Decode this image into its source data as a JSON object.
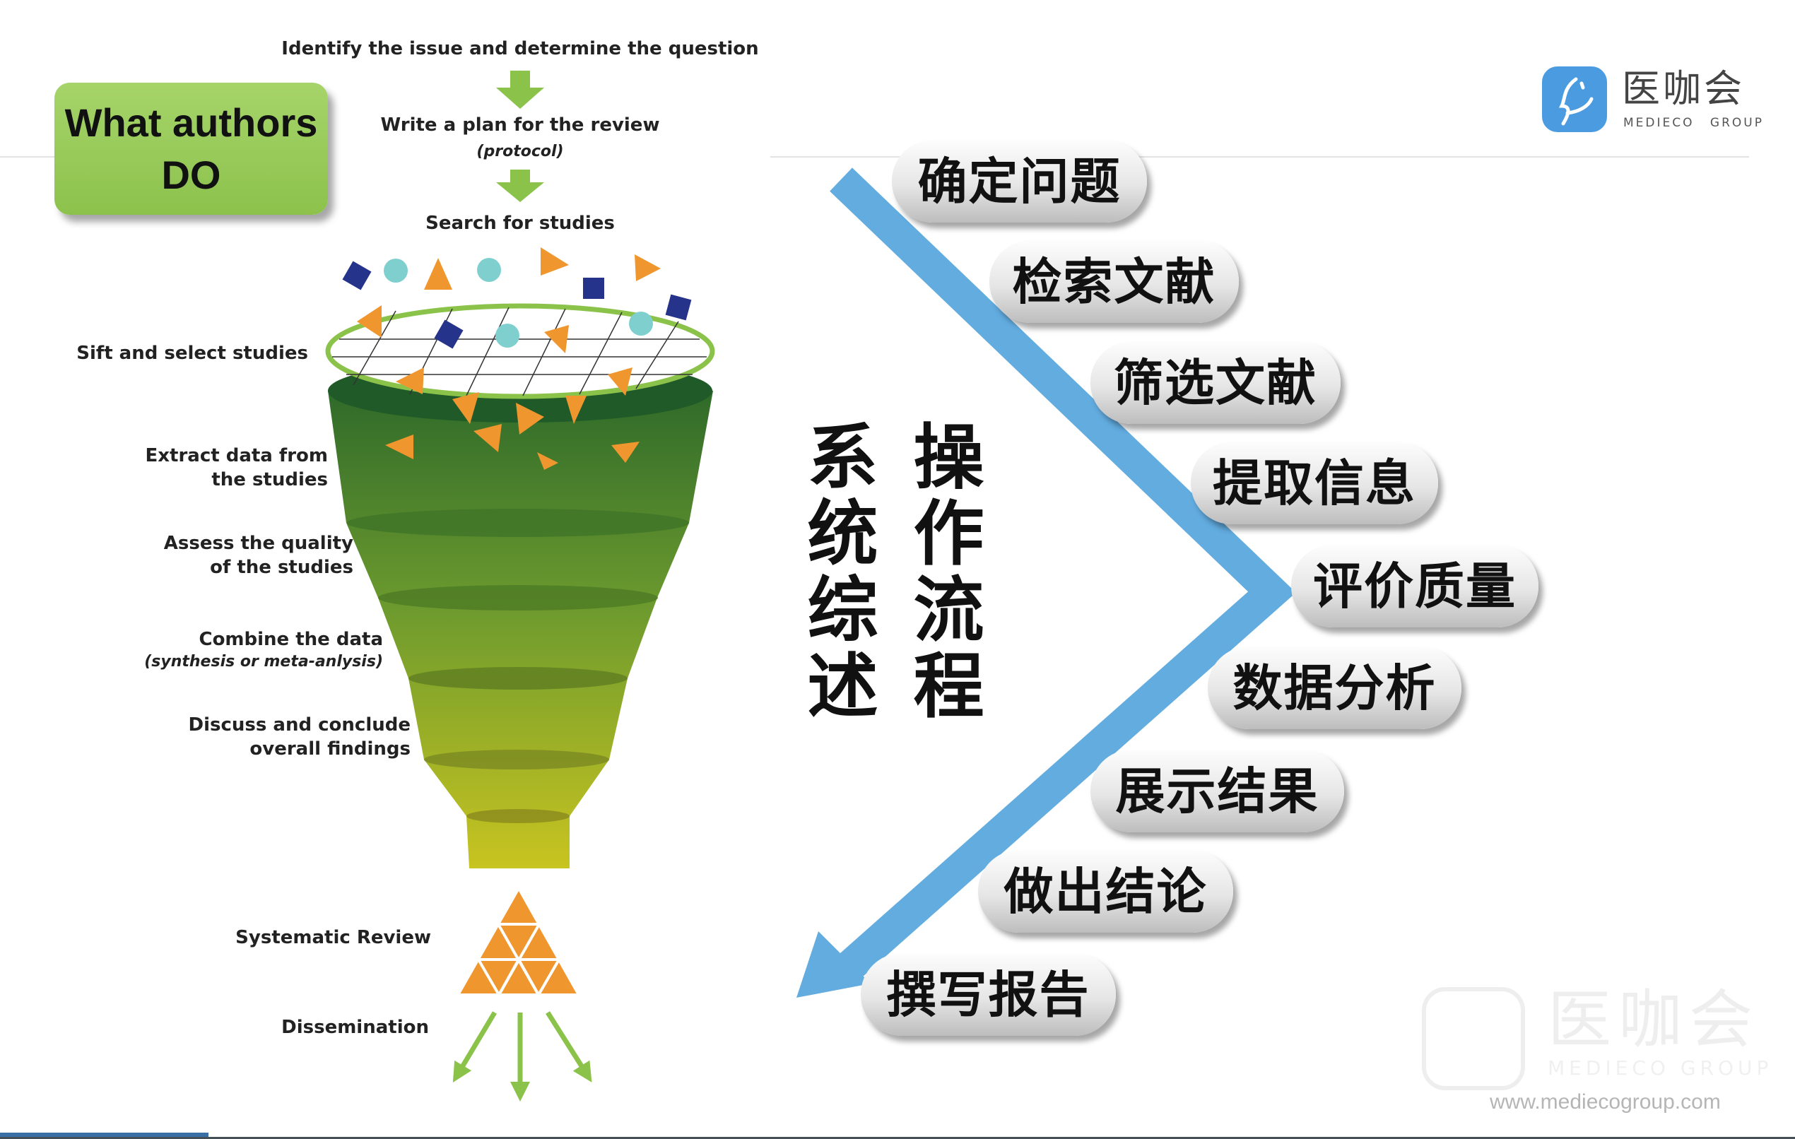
{
  "authors_box": {
    "line1": "What authors",
    "line2": "DO"
  },
  "steps": {
    "identify": "Identify the issue and determine the question",
    "plan": "Write a plan for the review",
    "plan_note": "(protocol)",
    "search": "Search for studies",
    "sift": "Sift and select studies",
    "extract_1": "Extract data from",
    "extract_2": "the studies",
    "assess_1": "Assess the quality",
    "assess_2": "of the studies",
    "combine": "Combine the data",
    "combine_note": "(synthesis or meta-anlysis)",
    "discuss_1": "Discuss and conclude",
    "discuss_2": "overall findings",
    "review": "Systematic Review",
    "dissemination": "Dissemination"
  },
  "vertical_title": {
    "col1": "操作流程",
    "col2": "系统综述"
  },
  "process": [
    "确定问题",
    "检索文献",
    "筛选文献",
    "提取信息",
    "评价质量",
    "数据分析",
    "展示结果",
    "做出结论",
    "撰写报告"
  ],
  "logo": {
    "name_cn": "医咖会",
    "name_en": "MEDIECO GROUP"
  },
  "watermark": {
    "name_cn": "医咖会",
    "name_en": "MEDIECO GROUP",
    "url": "www.mediecogroup.com"
  },
  "colors": {
    "chevron": "#62ace0",
    "box_green": "#9ccc5c",
    "logo_blue": "#4a9be0",
    "bottom_bar": "#3a6fa6"
  }
}
